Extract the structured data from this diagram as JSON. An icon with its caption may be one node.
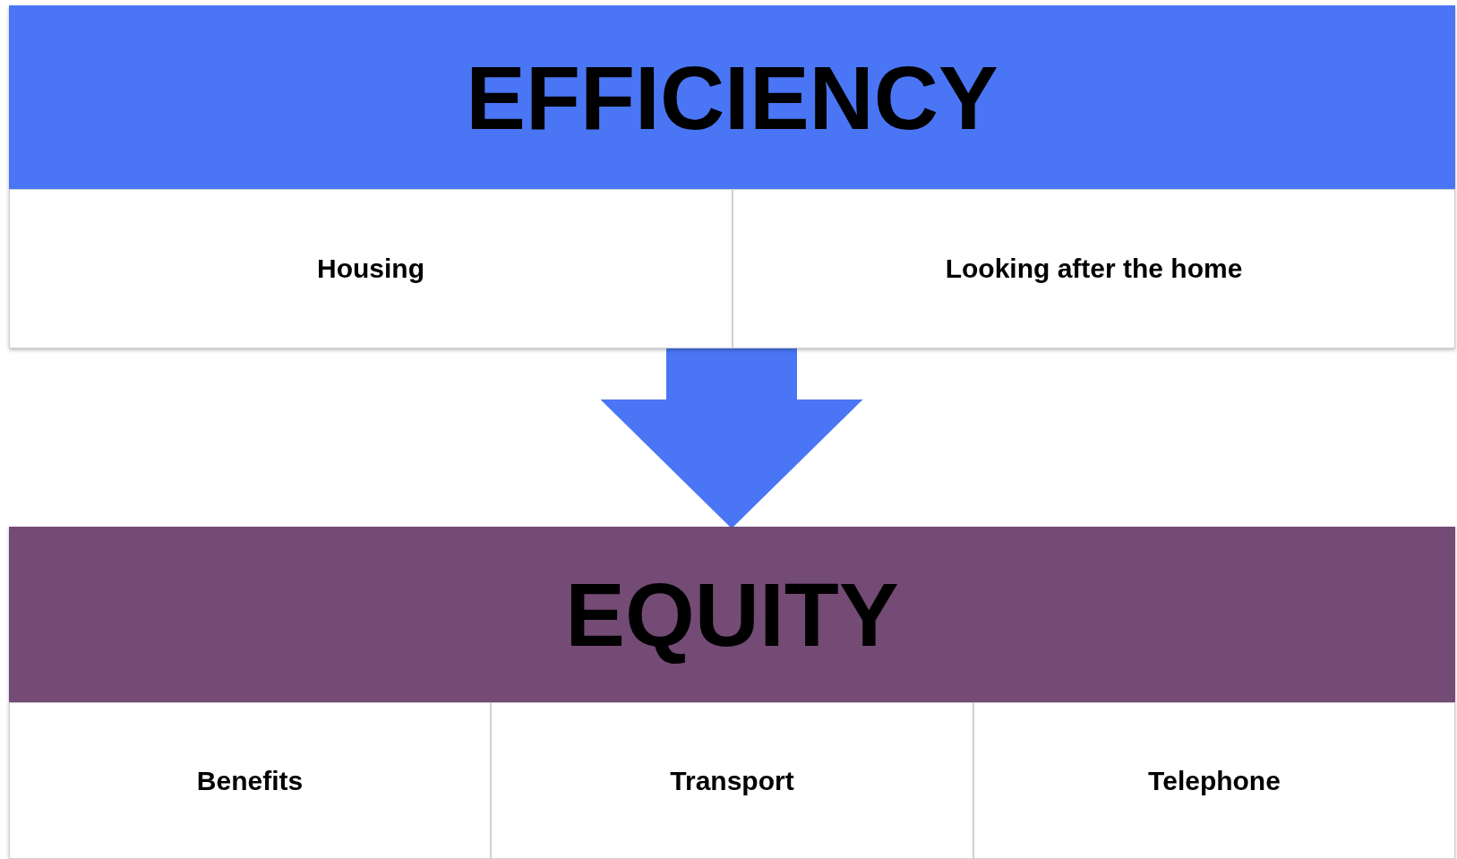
{
  "diagram": {
    "nodes": [
      {
        "text": [
          "EFFICIENCY"
        ]
      },
      {
        "text": [
          "Housing"
        ],
        "in": 0
      },
      {
        "text": [
          "Looking after the home"
        ],
        "in": 0
      },
      {
        "text": [
          "EQUITY"
        ]
      },
      {
        "text": [
          "Benefits"
        ],
        "in": 3
      },
      {
        "text": [
          "Transport"
        ],
        "in": 3
      },
      {
        "text": [
          "Telephone"
        ],
        "in": 3
      }
    ],
    "edges": [
      {
        "from": 0,
        "to": 3,
        "arrow": "to"
      }
    ]
  }
}
